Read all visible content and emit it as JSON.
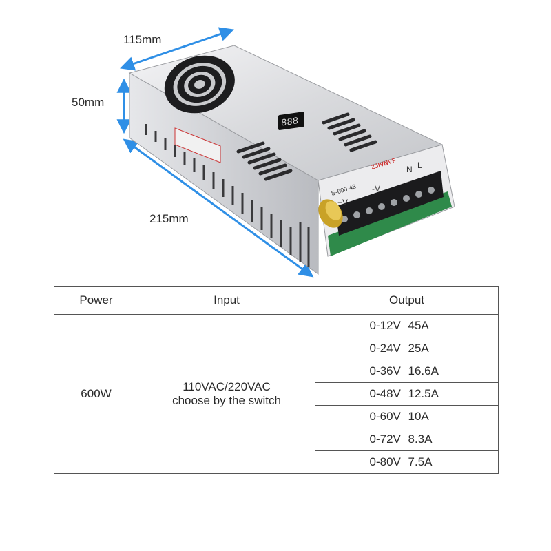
{
  "dimensions": {
    "width": "115mm",
    "height": "50mm",
    "length": "215mm"
  },
  "product": {
    "model": "S-600-48",
    "brand": "ZJIVNVF",
    "terminal_labels": [
      "+V",
      "-V",
      "N",
      "L"
    ],
    "display_digits": "888",
    "accent_color": "#2f8fe6"
  },
  "table": {
    "headers": [
      "Power",
      "Input",
      "Output"
    ],
    "power": "600W",
    "input_line1": "110VAC/220VAC",
    "input_line2": "choose by the switch",
    "outputs": [
      {
        "voltage": "0-12V",
        "current": "45A"
      },
      {
        "voltage": "0-24V",
        "current": "25A"
      },
      {
        "voltage": "0-36V",
        "current": "16.6A"
      },
      {
        "voltage": "0-48V",
        "current": "12.5A"
      },
      {
        "voltage": "0-60V",
        "current": "10A"
      },
      {
        "voltage": "0-72V",
        "current": "8.3A"
      },
      {
        "voltage": "0-80V",
        "current": "7.5A"
      }
    ]
  }
}
